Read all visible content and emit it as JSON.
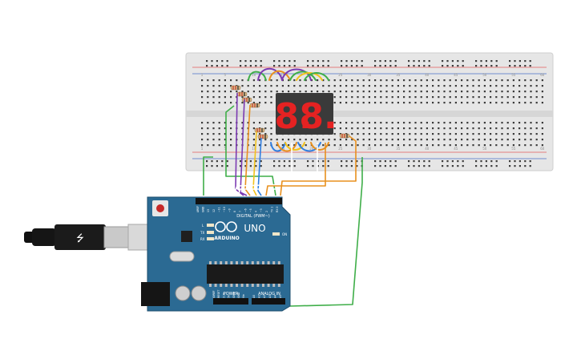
{
  "board": {
    "brand": "ARDUINO",
    "model": "UNO",
    "digital_label": "DIGITAL (PWM~)",
    "power_label": "POWER",
    "analog_label": "ANALOG IN",
    "led_l": "L",
    "led_tx": "TX",
    "led_rx": "RX",
    "led_on": "ON",
    "digital_pins": [
      "AREF",
      "GND",
      "13",
      "12",
      "~11",
      "~10",
      "~9",
      "8",
      "7",
      "~6",
      "~5",
      "4",
      "~3",
      "2",
      "TX 1",
      "RX 0"
    ],
    "power_pins": [
      "IOREF",
      "RESET",
      "3.3V",
      "5V",
      "GND",
      "GND",
      "Vin"
    ],
    "analog_pins": [
      "A0",
      "A1",
      "A2",
      "A3",
      "A4",
      "A5"
    ]
  },
  "breadboard": {
    "column_numbers": [
      "1",
      "5",
      "10",
      "15",
      "20",
      "25",
      "30",
      "35",
      "40",
      "45",
      "50",
      "55",
      "60"
    ]
  },
  "display": {
    "digits": [
      "8.",
      "8."
    ]
  },
  "colors": {
    "board_blue": "#2b6a93",
    "breadboard": "#e6e6e6",
    "wire_green": "#3fae49",
    "wire_orange": "#e8901e",
    "wire_yellow": "#f2c21b",
    "wire_blue": "#2e7de0",
    "wire_purple": "#7c3ab2",
    "wire_white": "#ffffff",
    "segment_red": "#e52222",
    "display_body": "#3a3a3a"
  }
}
